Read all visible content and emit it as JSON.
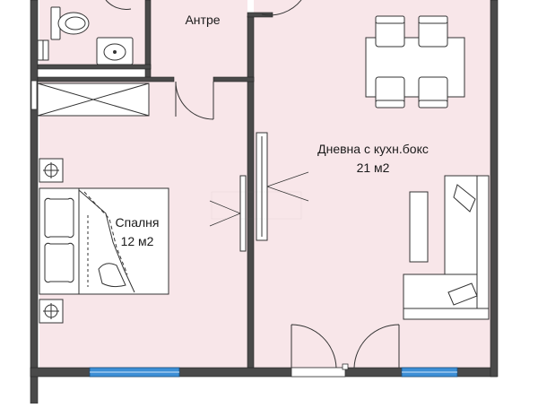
{
  "rooms": {
    "hall": {
      "label": "Антре"
    },
    "living": {
      "label": "Дневна с кухн.бокс",
      "area": "21 м2"
    },
    "bedroom": {
      "label": "Спалня",
      "area": "12 м2"
    }
  },
  "colors": {
    "floor": "#f8e6e9",
    "wall": "#4a4a4a",
    "window": "#3d8fd6",
    "furniture_line": "#333333"
  }
}
